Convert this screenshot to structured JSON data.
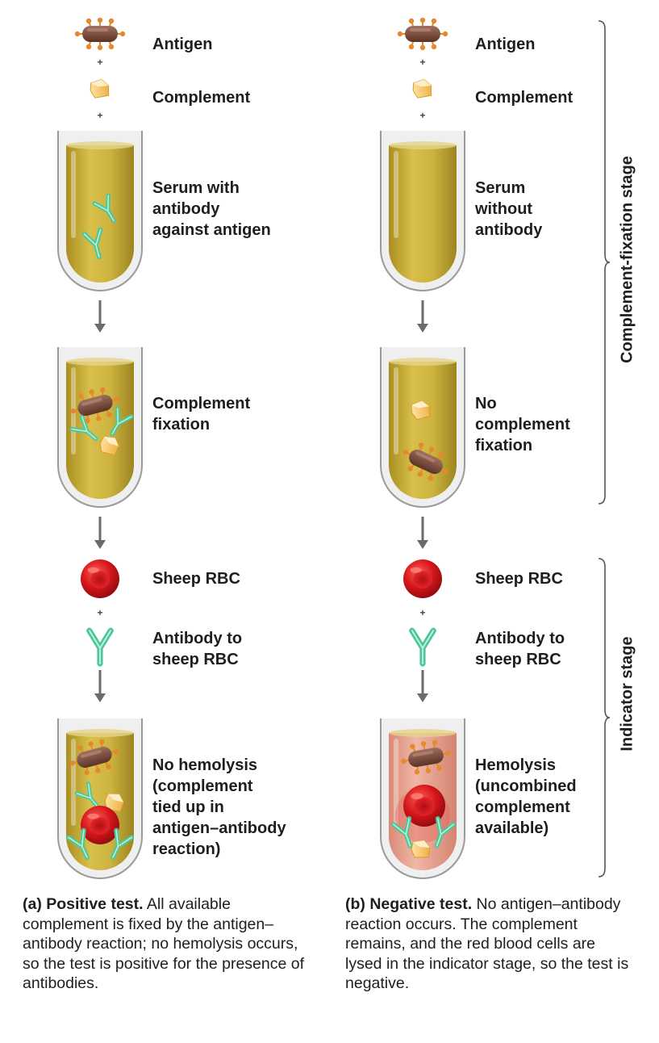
{
  "left_column": {
    "antigen_label": "Antigen",
    "complement_label": "Complement",
    "serum_label": "Serum with\nantibody\nagainst antigen",
    "fixation_label": "Complement\nfixation",
    "rbc_label": "Sheep RBC",
    "antibody_rbc_label": "Antibody to\nsheep RBC",
    "result_label": "No hemolysis\n(complement\ntied up in\nantigen–antibody\nreaction)"
  },
  "right_column": {
    "antigen_label": "Antigen",
    "complement_label": "Complement",
    "serum_label": "Serum\nwithout\nantibody",
    "fixation_label": "No\ncomplement\nfixation",
    "rbc_label": "Sheep RBC",
    "antibody_rbc_label": "Antibody to\nsheep RBC",
    "result_label": "Hemolysis\n(uncombined\ncomplement\navailable)"
  },
  "plus_sign": "+",
  "stages": {
    "fixation_stage": "Complement-fixation stage",
    "indicator_stage": "Indicator stage"
  },
  "captions": {
    "positive_title": "(a) Positive test.",
    "positive_text": "All available complement is fixed by the antigen–antibody reaction; no hemolysis occurs, so the test is positive for the presence of antibodies.",
    "negative_title": "(b) Negative test.",
    "negative_text": "No antigen–antibody reaction occurs. The complement remains, and the red blood cells are lysed in the indicator stage, so the test is negative."
  },
  "colors": {
    "serum": "#cdb33f",
    "hemolyzed_serum": "#e2a290",
    "antigen": "#7a4a37",
    "antigen_spikes": "#e58a2c",
    "complement": "#f5c35c",
    "antibody": "#4fc79a",
    "rbc": "#d4151b",
    "arrow": "#6a6a6a"
  }
}
